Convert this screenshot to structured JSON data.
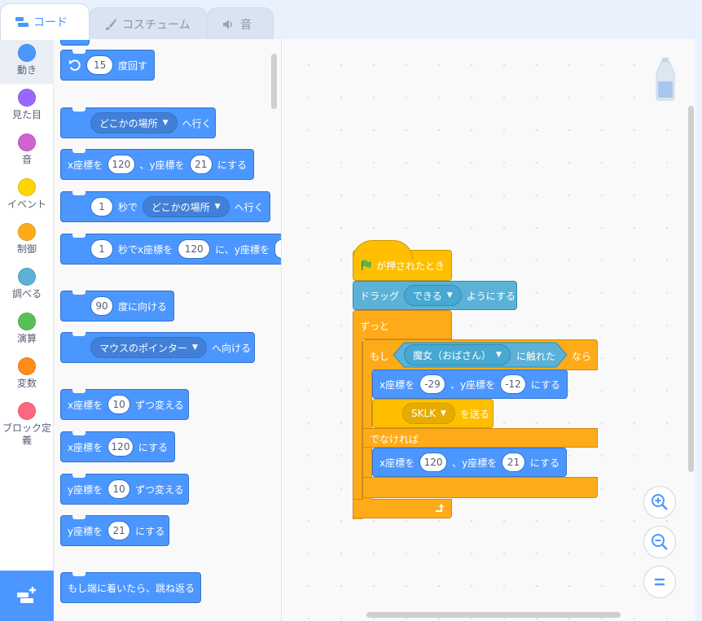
{
  "tabs": [
    {
      "label": "コード",
      "icon": "code-icon",
      "active": true
    },
    {
      "label": "コスチューム",
      "icon": "brush-icon",
      "active": false
    },
    {
      "label": "音",
      "icon": "speaker-icon",
      "active": false
    }
  ],
  "categories": [
    {
      "label": "動き",
      "color": "#4c97ff"
    },
    {
      "label": "見た目",
      "color": "#9966ff"
    },
    {
      "label": "音",
      "color": "#cf63cf"
    },
    {
      "label": "イベント",
      "color": "#ffd500"
    },
    {
      "label": "制御",
      "color": "#ffab19"
    },
    {
      "label": "調べる",
      "color": "#5cb1d6"
    },
    {
      "label": "演算",
      "color": "#59c059"
    },
    {
      "label": "変数",
      "color": "#ff8c1a"
    },
    {
      "label": "ブロック定義",
      "label_line2": "義",
      "label_line1": "ブロック定",
      "color": "#ff6680"
    }
  ],
  "palette": {
    "turn_value": "15",
    "turn_label": "度回す",
    "goto_target": "どこかの場所",
    "goto_label": "へ行く",
    "gotoxy": {
      "x_label": "x座標を",
      "x": "120",
      "sep": "、y座標を",
      "y": "21",
      "end": "にする"
    },
    "glide": {
      "secs": "1",
      "mid": "秒で",
      "target": "どこかの場所",
      "end": "へ行く"
    },
    "glidexy": {
      "secs": "1",
      "mid": "秒でx座標を",
      "x": "120",
      "sep": "に、y座標を"
    },
    "point_dir": {
      "value": "90",
      "label": "度に向ける"
    },
    "point_towards": {
      "target": "マウスのポインター",
      "label": "へ向ける"
    },
    "change_x": {
      "label": "x座標を",
      "value": "10",
      "end": "ずつ変える"
    },
    "set_x": {
      "label": "x座標を",
      "value": "120",
      "end": "にする"
    },
    "change_y": {
      "label": "y座標を",
      "value": "10",
      "end": "ずつ変える"
    },
    "set_y": {
      "label": "y座標を",
      "value": "21",
      "end": "にする"
    },
    "bounce": "もし端に着いたら、跳ね返る"
  },
  "script": {
    "hat": "が押されたとき",
    "drag_label": "ドラッグ",
    "drag_value": "できる",
    "drag_end": "ようにする",
    "forever": "ずっと",
    "if_label": "もし",
    "touch_target": "魔女（おばさん）",
    "touch_label": "に触れた",
    "then": "なら",
    "inner1": {
      "label": "x座標を",
      "x": "-29",
      "sep": "、y座標を",
      "y": "-12",
      "end": "にする"
    },
    "broadcast": {
      "value": "SKLK",
      "label": "を送る"
    },
    "else": "でなければ",
    "inner2": {
      "label": "x座標を",
      "x": "120",
      "sep": "、y座標を",
      "y": "21",
      "end": "にする"
    }
  }
}
